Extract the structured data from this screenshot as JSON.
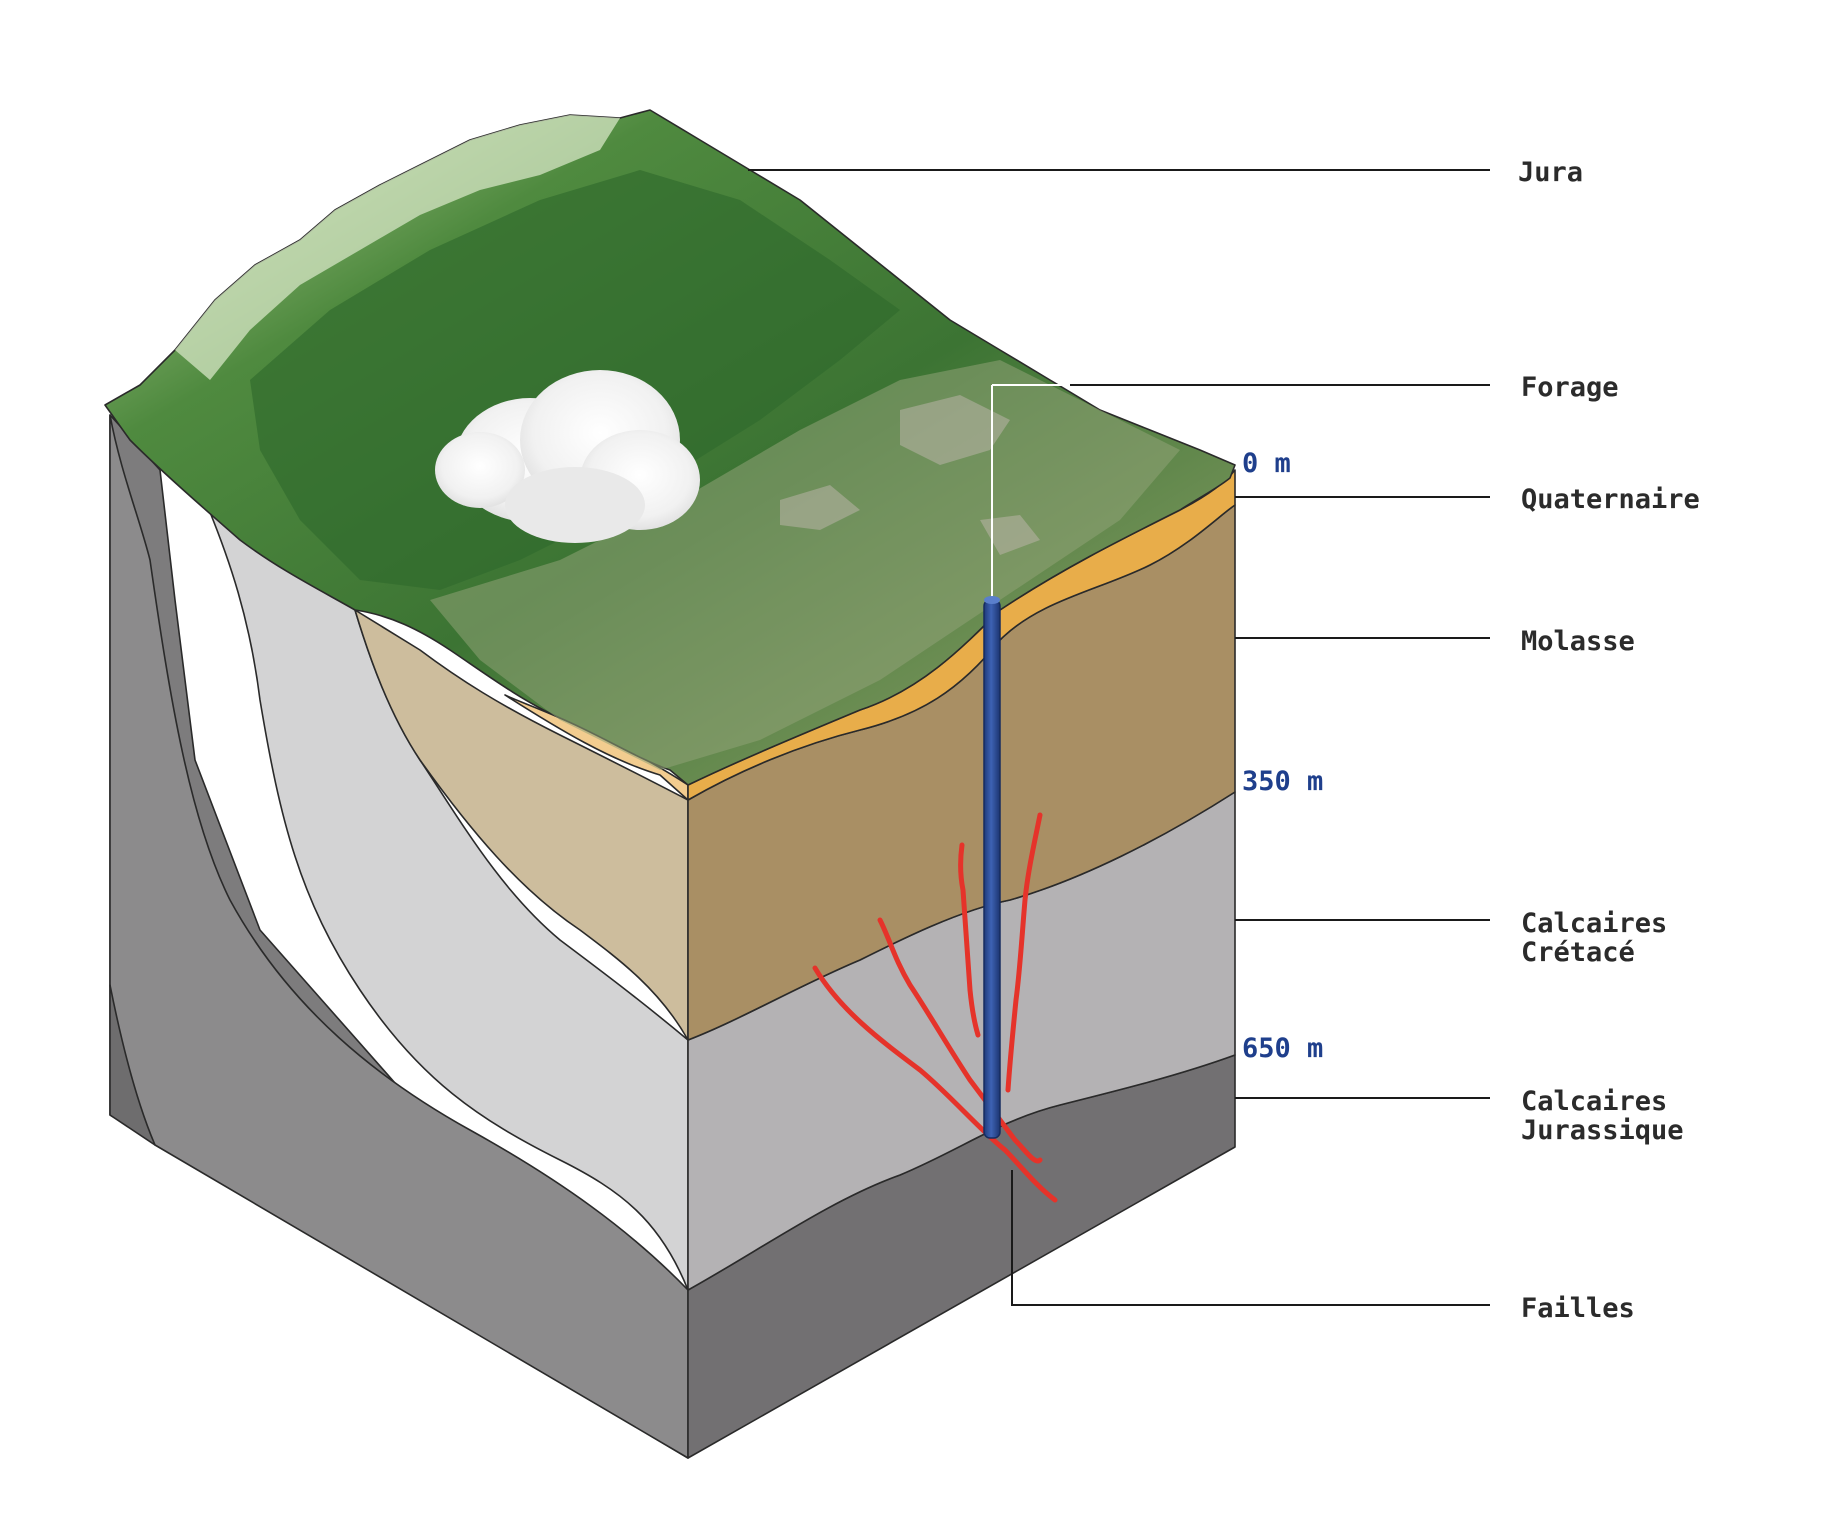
{
  "labels": {
    "jura": "Jura",
    "forage": "Forage",
    "quaternaire": "Quaternaire",
    "molasse": "Molasse",
    "calcaires_cretace_1": "Calcaires",
    "calcaires_cretace_2": "Crétacé",
    "calcaires_jurassique_1": "Calcaires",
    "calcaires_jurassique_2": "Jurassique",
    "failles": "Failles"
  },
  "depths": {
    "surface": "0 m",
    "d350": "350 m",
    "d650": "650 m"
  },
  "colors": {
    "quaternaire": "#e8ad4a",
    "molasse_front": "#a98f64",
    "molasse_side": "#cdbd9d",
    "cretace_front": "#b4b2b4",
    "cretace_side": "#d3d3d4",
    "jurassique_front": "#727072",
    "jurassique_side": "#8c8b8c",
    "deep_side": "#7d7c7d",
    "forage": "#2b4a94",
    "failles": "#e5332a",
    "forest": "#3f7a38"
  }
}
